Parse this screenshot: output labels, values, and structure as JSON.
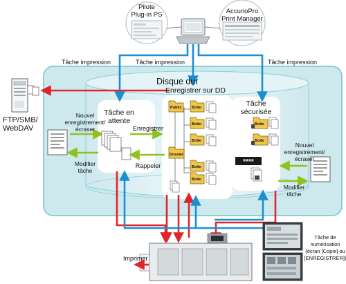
{
  "top": {
    "plugin_l1": "Pilote",
    "plugin_l2": "Plug-in PS",
    "accurio_l1": "AccurioPro",
    "accurio_l2": "Print Manager"
  },
  "labels": {
    "print_job_left": "Tâche impression",
    "print_job_mid": "Tâche impression",
    "print_job_right": "Tâche impression",
    "disk": "Disque dur",
    "save_hdd": "Enregistrer sur DD",
    "ftp_l1": "FTP/SMB/",
    "ftp_l2": "WebDAV",
    "hold_l1": "Tâche en",
    "hold_l2": "attente",
    "secure_l1": "Tâche",
    "secure_l2": "sécurisée",
    "left_new_l1": "Nouvel",
    "left_new_l2": "enregistrement/",
    "left_new_l3": "écraser",
    "left_edit_l1": "Modifier",
    "left_edit_l2": "tâche",
    "register": "Enregistrer",
    "recall": "Rappeler",
    "right_new_l1": "Nouvel",
    "right_new_l2": "enregistrement/",
    "right_new_l3": "écraser",
    "right_edit_l1": "Modifier",
    "right_edit_l2": "tâche",
    "password": "****",
    "print": "Imprimer",
    "scan_l1": "Tâche de",
    "scan_l2": "numérisation",
    "scan_l3": "(écran [Copie] ou",
    "scan_l4": "[ENREGISTRER])"
  },
  "folders": {
    "public": "Public",
    "boite": "Boîte",
    "dossier": "Dossier"
  },
  "colors": {
    "panel": "#cde9ee",
    "panel_border": "#6fc3d2",
    "disk_top": "#e3f3f6",
    "blue_arrow": "#1c8fd1",
    "red_arrow": "#e1242c",
    "green_arrow": "#8fc21f",
    "folder": "#f0c64a"
  }
}
